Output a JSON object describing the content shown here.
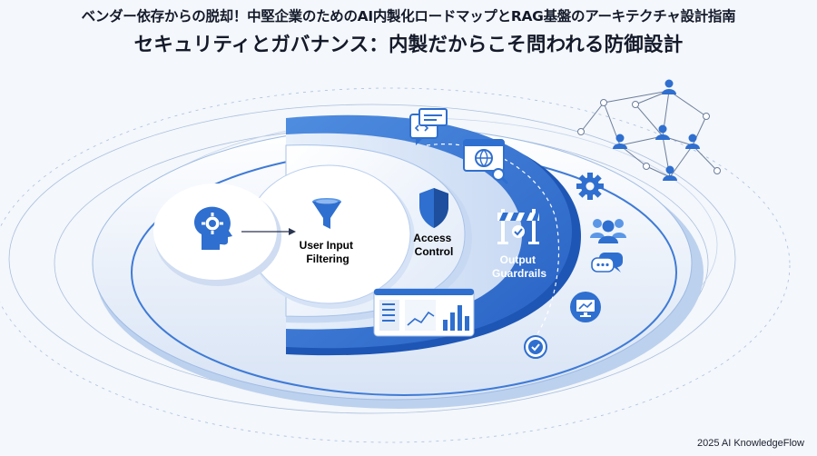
{
  "header": {
    "title": "ベンダー依存からの脱却！中堅企業のためのAI内製化ロードマップとRAG基盤のアーキテクチャ設計指南",
    "subtitle": "セキュリティとガバナンス：内製だからこそ問われる防御設計"
  },
  "layers": {
    "inner": "User Input\nFiltering",
    "middle": "Access\nControl",
    "outer": "Output\nGuardrails"
  },
  "icons": {
    "source": "head-gear-icon",
    "filter": "funnel-icon",
    "shield": "shield-icon",
    "barrier": "barrier-check-icon",
    "code_chat": "code-chat-icon",
    "web_search": "web-search-icon",
    "dashboard": "dashboard-icon",
    "gear": "gear-icon",
    "users": "users-icon",
    "chat": "chat-bubbles-icon",
    "monitor": "monitor-chart-icon",
    "check": "check-badge-icon",
    "network": "user-network-icon"
  },
  "colors": {
    "primary": "#2f6fcf",
    "light": "#dbe7f8",
    "dark": "#1d4f9e"
  },
  "footer": {
    "credit": "2025 AI KnowledgeFlow"
  }
}
